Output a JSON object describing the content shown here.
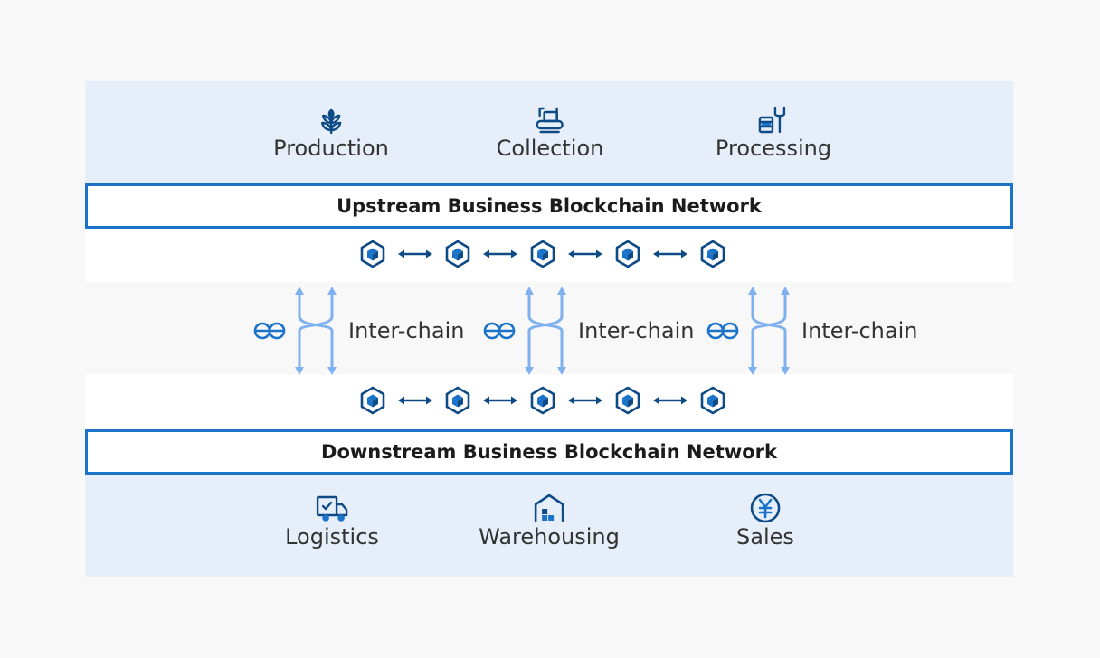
{
  "upstream_stages": [
    {
      "label": "Production",
      "icon": "wheat-icon"
    },
    {
      "label": "Collection",
      "icon": "harvester-icon"
    },
    {
      "label": "Processing",
      "icon": "wrench-machine-icon"
    }
  ],
  "upstream_network": {
    "label": "Upstream Business Blockchain Network"
  },
  "inter_chain": [
    {
      "label": "Inter-chain",
      "icon": "chain-link-icon"
    },
    {
      "label": "Inter-chain",
      "icon": "chain-link-icon"
    },
    {
      "label": "Inter-chain",
      "icon": "chain-link-icon"
    }
  ],
  "downstream_network": {
    "label": "Downstream Business Blockchain Network"
  },
  "downstream_stages": [
    {
      "label": "Logistics",
      "icon": "truck-icon"
    },
    {
      "label": "Warehousing",
      "icon": "warehouse-icon"
    },
    {
      "label": "Sales",
      "icon": "yen-icon"
    }
  ],
  "colors": {
    "accent": "#1a73c9",
    "icon_dark": "#0d4a86",
    "arrow_light": "#7fb1f0",
    "panel_bg": "#e6eff9",
    "page_bg": "#f8f8f8"
  }
}
